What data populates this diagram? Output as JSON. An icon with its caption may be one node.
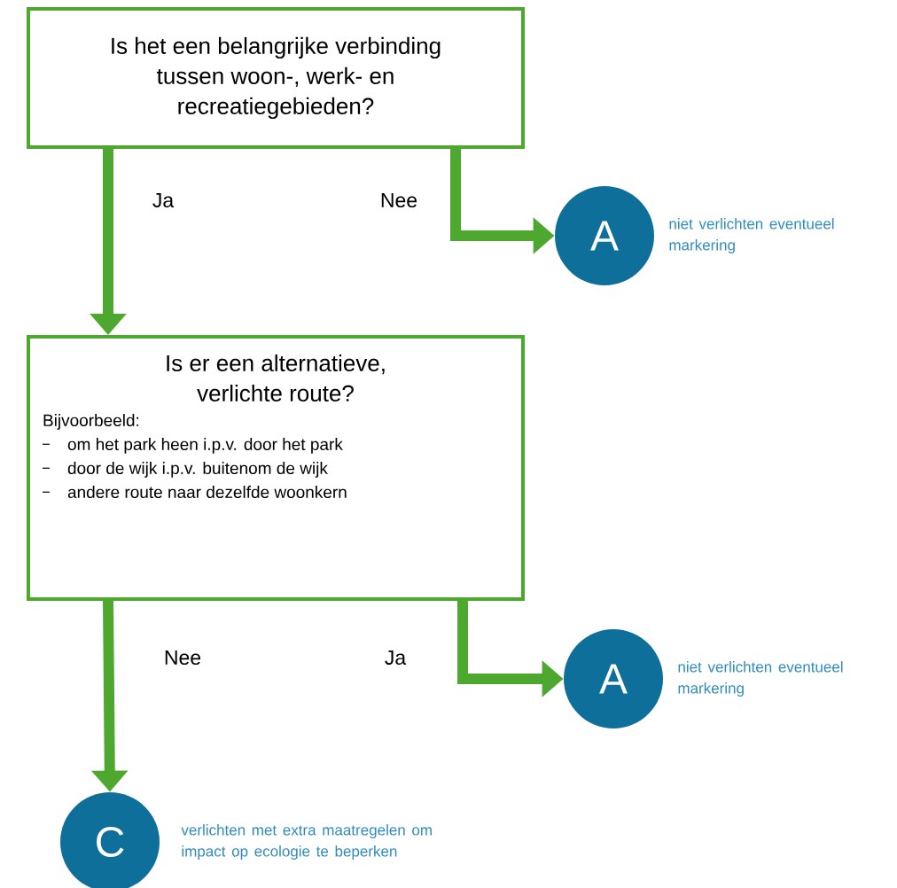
{
  "diagram": {
    "nodes": [
      {
        "text": [
          "Is het een belangrijke verbinding tussen woon-, werk- en recreatiegebieden?"
        ]
      },
      {
        "text": [
          "Is er een alternatieve, verlichte route?",
          "Bijvoorbeeld:",
          "om het park heen i.p.v. door het park",
          "door de wijk i.p.v. buitenom de wijk",
          "andere route naar dezelfde woonkern"
        ]
      },
      {
        "text": [
          "A"
        ],
        "beside": [
          "niet verlichten eventueel markering"
        ]
      },
      {
        "text": [
          "A"
        ],
        "beside": [
          "niet verlichten eventueel markering"
        ]
      },
      {
        "text": [
          "C"
        ],
        "beside": [
          "verlichten met extra maatregelen om impact op ecologie te beperken"
        ]
      }
    ],
    "edges": [
      {
        "from": 0,
        "to": 1,
        "arrow": "to",
        "label": "Ja"
      },
      {
        "from": 0,
        "to": 2,
        "arrow": "to",
        "label": "Nee"
      },
      {
        "from": 1,
        "to": 4,
        "arrow": "to",
        "label": "Nee"
      },
      {
        "from": 1,
        "to": 3,
        "arrow": "to",
        "label": "Ja"
      }
    ]
  }
}
